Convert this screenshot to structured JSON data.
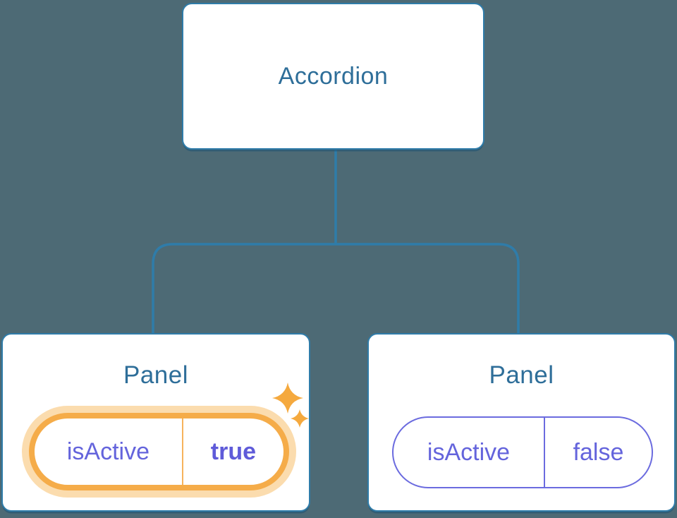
{
  "diagram": {
    "root": {
      "label": "Accordion"
    },
    "panels": [
      {
        "title": "Panel",
        "prop_name": "isActive",
        "prop_value": "true",
        "state": "active",
        "highlighted": true
      },
      {
        "title": "Panel",
        "prop_name": "isActive",
        "prop_value": "false",
        "state": "inactive",
        "highlighted": false
      }
    ]
  },
  "icons": {
    "sparkles": "sparkles-icon"
  },
  "colors": {
    "background": "#4D6A75",
    "node_fill": "#FFFFFF",
    "node_border": "#2F7CA9",
    "node_text": "#2E6E99",
    "connector": "#2F7CA9",
    "prop_text": "#6464DC",
    "prop_value_bold_text": "#5F5BD9",
    "prop_border_inactive": "#6B6BDF",
    "highlight_ring": "#F5AC49",
    "highlight_halo": "#FBDCAE",
    "sparkle": "#F5A93E"
  }
}
